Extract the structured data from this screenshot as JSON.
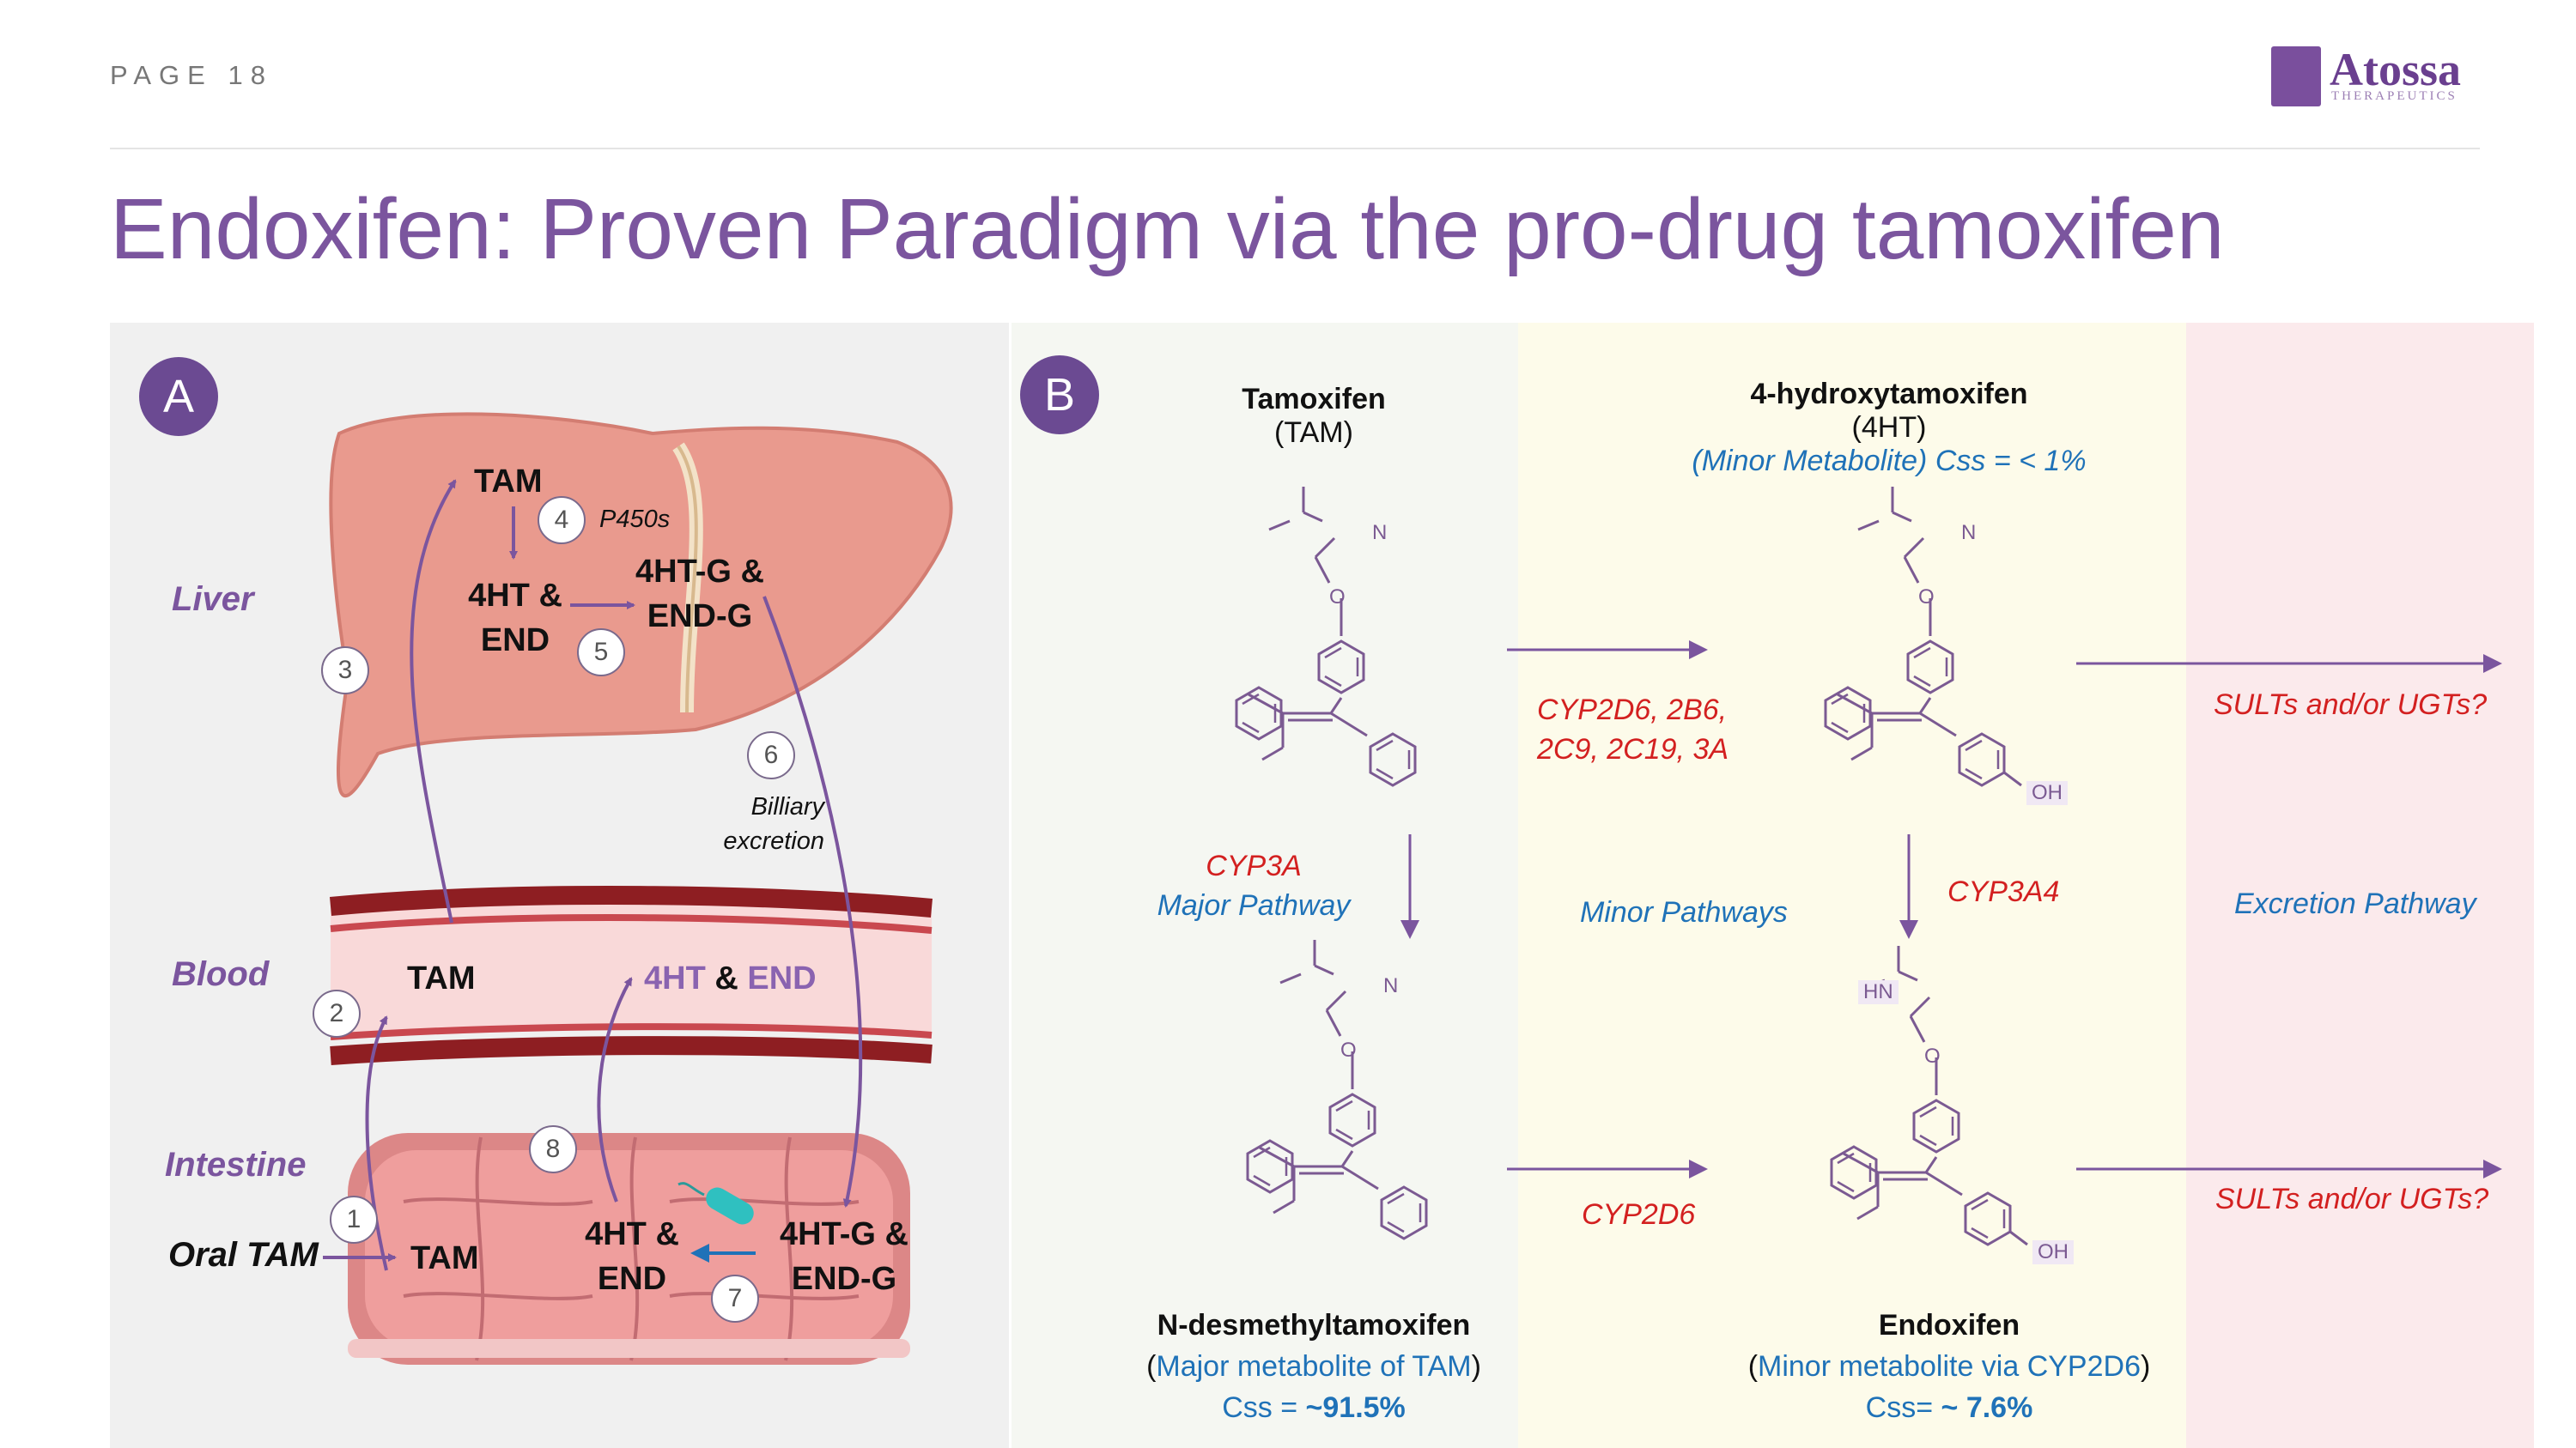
{
  "header": {
    "page_label": "PAGE 18",
    "logo_name": "Atossa",
    "logo_sub": "THERAPEUTICS",
    "title": "Endoxifen: Proven Paradigm via the pro-drug tamoxifen"
  },
  "panel_a": {
    "badge": "A",
    "regions": {
      "liver": "Liver",
      "blood": "Blood",
      "intestine": "Intestine"
    },
    "oral_tam": "Oral TAM",
    "liver": {
      "tam": "TAM",
      "p450": "P450s",
      "met_l1": "4HT &",
      "met_l2": "END",
      "gluc_l1": "4HT-G &",
      "gluc_l2": "END-G"
    },
    "blood": {
      "tam": "TAM",
      "met_4ht": "4HT",
      "amp": "&",
      "met_end": "END"
    },
    "intestine": {
      "tam": "TAM",
      "met_l1": "4HT &",
      "met_l2": "END",
      "gluc_l1": "4HT-G &",
      "gluc_l2": "END-G"
    },
    "biliary_l1": "Billiary",
    "biliary_l2": "excretion",
    "steps": [
      "1",
      "2",
      "3",
      "4",
      "5",
      "6",
      "7",
      "8"
    ],
    "colors": {
      "liver": "#e9978b",
      "blood_vessel": "#8e1e22",
      "arrow": "#7b559e",
      "blue_arrow": "#1f72b8"
    }
  },
  "panel_b": {
    "badge": "B",
    "tam": {
      "name": "Tamoxifen",
      "abbr": "(TAM)"
    },
    "hydroxy": {
      "name": "4-hydroxytamoxifen",
      "abbr": "(4HT)",
      "note": "(Minor Metabolite) Css = < 1%"
    },
    "ndm": {
      "name": "N-desmethyltamoxifen",
      "desc_open": "(",
      "desc_text": "Major metabolite of TAM",
      "desc_close": ")",
      "css_label": "Css = ",
      "css_value": "~91.5%"
    },
    "endoxifen": {
      "name": "Endoxifen",
      "desc_open": "(",
      "desc_text": "Minor metabolite via CYP2D6",
      "desc_close": ")",
      "css_label": "Css= ",
      "css_value": "~ 7.6%"
    },
    "enzymes": {
      "top_l1": "CYP2D6, 2B6,",
      "top_l2": "2C9, 2C19, 3A",
      "left": "CYP3A",
      "right": "CYP3A4",
      "bottom": "CYP2D6",
      "sult_top": "SULTs and/or UGTs?",
      "sult_bottom": "SULTs and/or UGTs?"
    },
    "pathways": {
      "major": "Major Pathway",
      "minor": "Minor Pathways",
      "excretion": "Excretion Pathway"
    },
    "struct_labels": {
      "n": "N",
      "hn": "HN",
      "o": "O",
      "oh": "OH"
    },
    "colors": {
      "structure": "#7b5a92",
      "enzyme": "#d32020",
      "pathway": "#1f72b8"
    }
  }
}
